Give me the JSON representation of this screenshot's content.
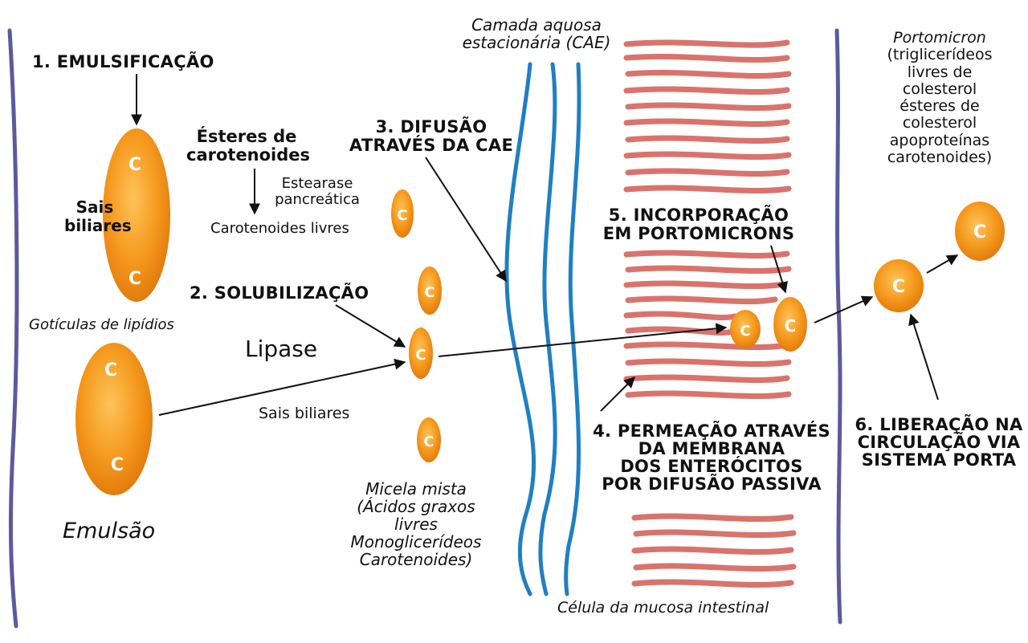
{
  "steps": {
    "s1": "1. EMULSIFICAÇÃO",
    "s2": "2. SOLUBILIZAÇÃO",
    "s3_line1": "3. DIFUSÃO",
    "s3_line2": "ATRAVÉS DA CAE",
    "s4_line1": "4. PERMEAÇÃO ATRAVÉS",
    "s4_line2": "DA MEMBRANA",
    "s4_line3": "DOS ENTERÓCITOS",
    "s4_line4": "POR  DIFUSÃO PASSIVA",
    "s5_line1": "5. INCORPORAÇÃO",
    "s5_line2": "EM PORTOMICRONS",
    "s6_line1": "6. LIBERAÇÃO NA",
    "s6_line2": "CIRCULAÇÃO VIA",
    "s6_line3": "SISTEMA PORTA"
  },
  "labels": {
    "sais_biliares_line1": "Sais",
    "sais_biliares_line2": "biliares",
    "goticulas": "Gotículas de lipídios",
    "emulsao": "Emulsão",
    "esteres_line1": "Ésteres de",
    "esteres_line2": "carotenoides",
    "estearase_line1": "Estearase",
    "estearase_line2": "pancreática",
    "carotenoides_livres": "Carotenoides livres",
    "lipase": "Lipase",
    "sais_biliares_2": "Sais biliares",
    "micela_line1": "Micela mista",
    "micela_line2": "(Ácidos graxos",
    "micela_line3": "livres",
    "micela_line4": "Monoglicerídeos",
    "micela_line5": "Carotenoides)",
    "cae_line1": "Camada aquosa",
    "cae_line2": "estacionária (CAE)",
    "celula": "Célula da mucosa intestinal",
    "porto_title": "Portomicron",
    "porto_line1": "(triglicerídeos",
    "porto_line2": "livres de",
    "porto_line3": "colesterol",
    "porto_line4": "ésteres de",
    "porto_line5": "colesterol",
    "porto_line6": "apoproteínas",
    "porto_line7": "carotenoides)",
    "carotenoid_symbol": "C"
  },
  "colors": {
    "membrane": "#5b5a9e",
    "cae_lines": "#1f7fc4",
    "villi": "#d9736c",
    "droplet": "#f08a14",
    "droplet_highlight": "#ffbf55",
    "arrow": "#111111"
  }
}
